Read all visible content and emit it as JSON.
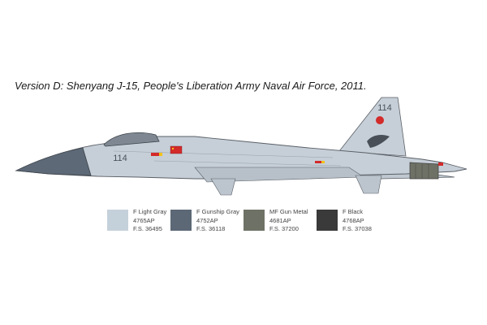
{
  "caption": "Version D: Shenyang J-15, People's Liberation Army Naval Air Force, 2011.",
  "markings": {
    "nose_number": "114",
    "tail_number": "114"
  },
  "colors": {
    "fuselage": "#c6cfd8",
    "nose": "#5d6977",
    "canopy": "#7f8892",
    "red": "#d32a2a",
    "yellow": "#f2c21a"
  },
  "swatches": [
    {
      "name": "F Light Gray",
      "code": "4765AP",
      "fs": "F.S. 36495",
      "color": "#c5d1da"
    },
    {
      "name": "F Gunship Gray",
      "code": "4752AP",
      "fs": "F.S. 36118",
      "color": "#5c6876"
    },
    {
      "name": "MF Gun Metal",
      "code": "4681AP",
      "fs": "F.S. 37200",
      "color": "#6e7266"
    },
    {
      "name": "F Black",
      "code": "4768AP",
      "fs": "F.S. 37038",
      "color": "#3a3a3a"
    }
  ]
}
